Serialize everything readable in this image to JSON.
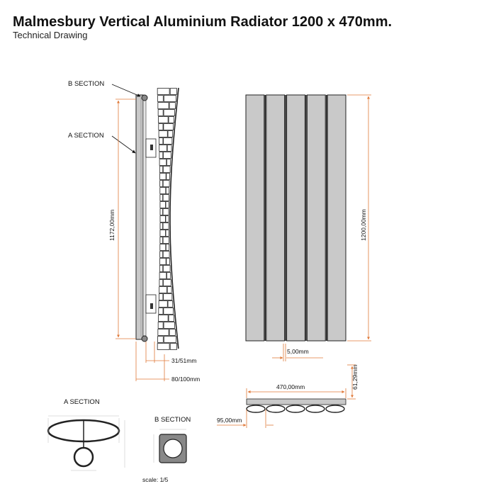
{
  "header": {
    "title": "Malmesbury Vertical Aluminium Radiator 1200 x 470mm.",
    "subtitle": "Technical Drawing"
  },
  "side_view": {
    "b_section_label": "B SECTION",
    "a_section_label": "A SECTION",
    "height_dim": "1172,00mm",
    "offset_dim": "31/51mm",
    "depth_dim": "80/100mm"
  },
  "front_view": {
    "height_dim": "1200,00mm",
    "gap_dim": "5,00mm",
    "panel_count": 5
  },
  "top_view": {
    "width_dim": "470,00mm",
    "depth_dim": "61,29mm",
    "centres_dim": "95,00mm"
  },
  "sections": {
    "a_title": "A SECTION",
    "b_title": "B SECTION",
    "scale": "scale: 1/5"
  },
  "colors": {
    "dimension_line": "#e07a3a",
    "panel_fill": "#c9c9c9",
    "outline": "#222222"
  }
}
